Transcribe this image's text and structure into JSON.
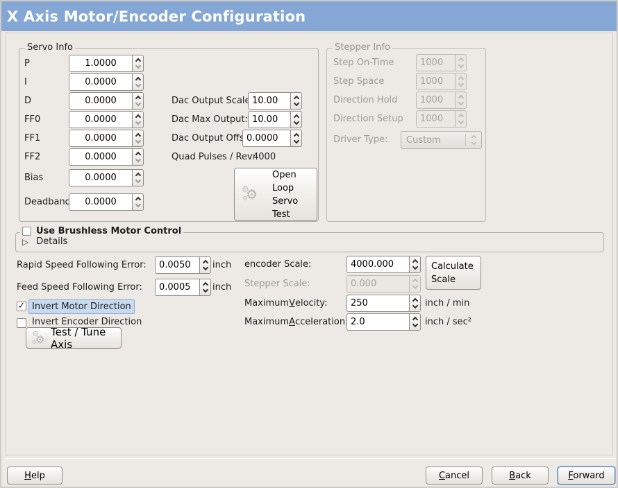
{
  "window": {
    "title": "X Axis Motor/Encoder Configuration"
  },
  "colors": {
    "titlebar": "#85a7d6",
    "focus_highlight": "#c7daf0",
    "window_bg": "#edeae6"
  },
  "icons": {
    "gear": "⚙",
    "expander_collapsed": "▷",
    "check": "✓"
  },
  "servo_info": {
    "frame_label": "Servo Info",
    "rows": [
      {
        "label": "P",
        "value": "1.0000"
      },
      {
        "label": "I",
        "value": "0.0000"
      },
      {
        "label": "D",
        "value": "0.0000"
      },
      {
        "label": "FF0",
        "value": "0.0000"
      },
      {
        "label": "FF1",
        "value": "0.0000"
      },
      {
        "label": "FF2",
        "value": "0.0000"
      },
      {
        "label": "Bias",
        "value": "0.0000"
      },
      {
        "label": "Deadband",
        "value": "0.0000"
      }
    ],
    "dac_output_scale": {
      "label": "Dac Output Scale:",
      "value": "10.00"
    },
    "dac_max_output": {
      "label": "Dac Max Output:",
      "value": "10.00"
    },
    "dac_output_offset": {
      "label": "Dac Output Offset:",
      "value": "0.0000"
    },
    "quad_pulses": {
      "label": "Quad Pulses / Rev:",
      "value": "4000"
    },
    "open_loop_button": "Open Loop Servo Test"
  },
  "stepper_info": {
    "frame_label": "Stepper Info",
    "rows": [
      {
        "label": "Step On-Time",
        "value": "1000"
      },
      {
        "label": "Step Space",
        "value": "1000"
      },
      {
        "label": "Direction Hold",
        "value": "1000"
      },
      {
        "label": "Direction Setup",
        "value": "1000"
      }
    ],
    "driver_type": {
      "label": "Driver Type:",
      "value": "Custom"
    }
  },
  "brushless": {
    "checkbox_label": "Use Brushless Motor Control",
    "details_label": "Details"
  },
  "following_error": {
    "rapid_label": "Rapid Speed Following Error:",
    "rapid_value": "0.0050",
    "rapid_unit": "inch",
    "feed_label": "Feed Speed Following Error:",
    "feed_value": "0.0005",
    "feed_unit": "inch"
  },
  "scale": {
    "encoder_label": "encoder Scale:",
    "encoder_value": "4000.000",
    "calculate_button": "Calculate Scale",
    "stepper_label": "Stepper Scale:",
    "stepper_value": "0.000",
    "max_velocity_label": "Maximum Velocity:",
    "max_velocity_value": "250",
    "max_velocity_unit": "inch / min",
    "max_accel_label": "Maximum Acceleration:",
    "max_accel_value": "2.0",
    "max_accel_unit": "inch / sec²"
  },
  "direction": {
    "invert_motor_label": "Invert Motor Direction",
    "invert_encoder_label": "Invert Encoder Direction",
    "test_tune_button": "Test / Tune Axis"
  },
  "footer": {
    "help": "Help",
    "cancel": "Cancel",
    "back": "Back",
    "forward": "Forward"
  }
}
